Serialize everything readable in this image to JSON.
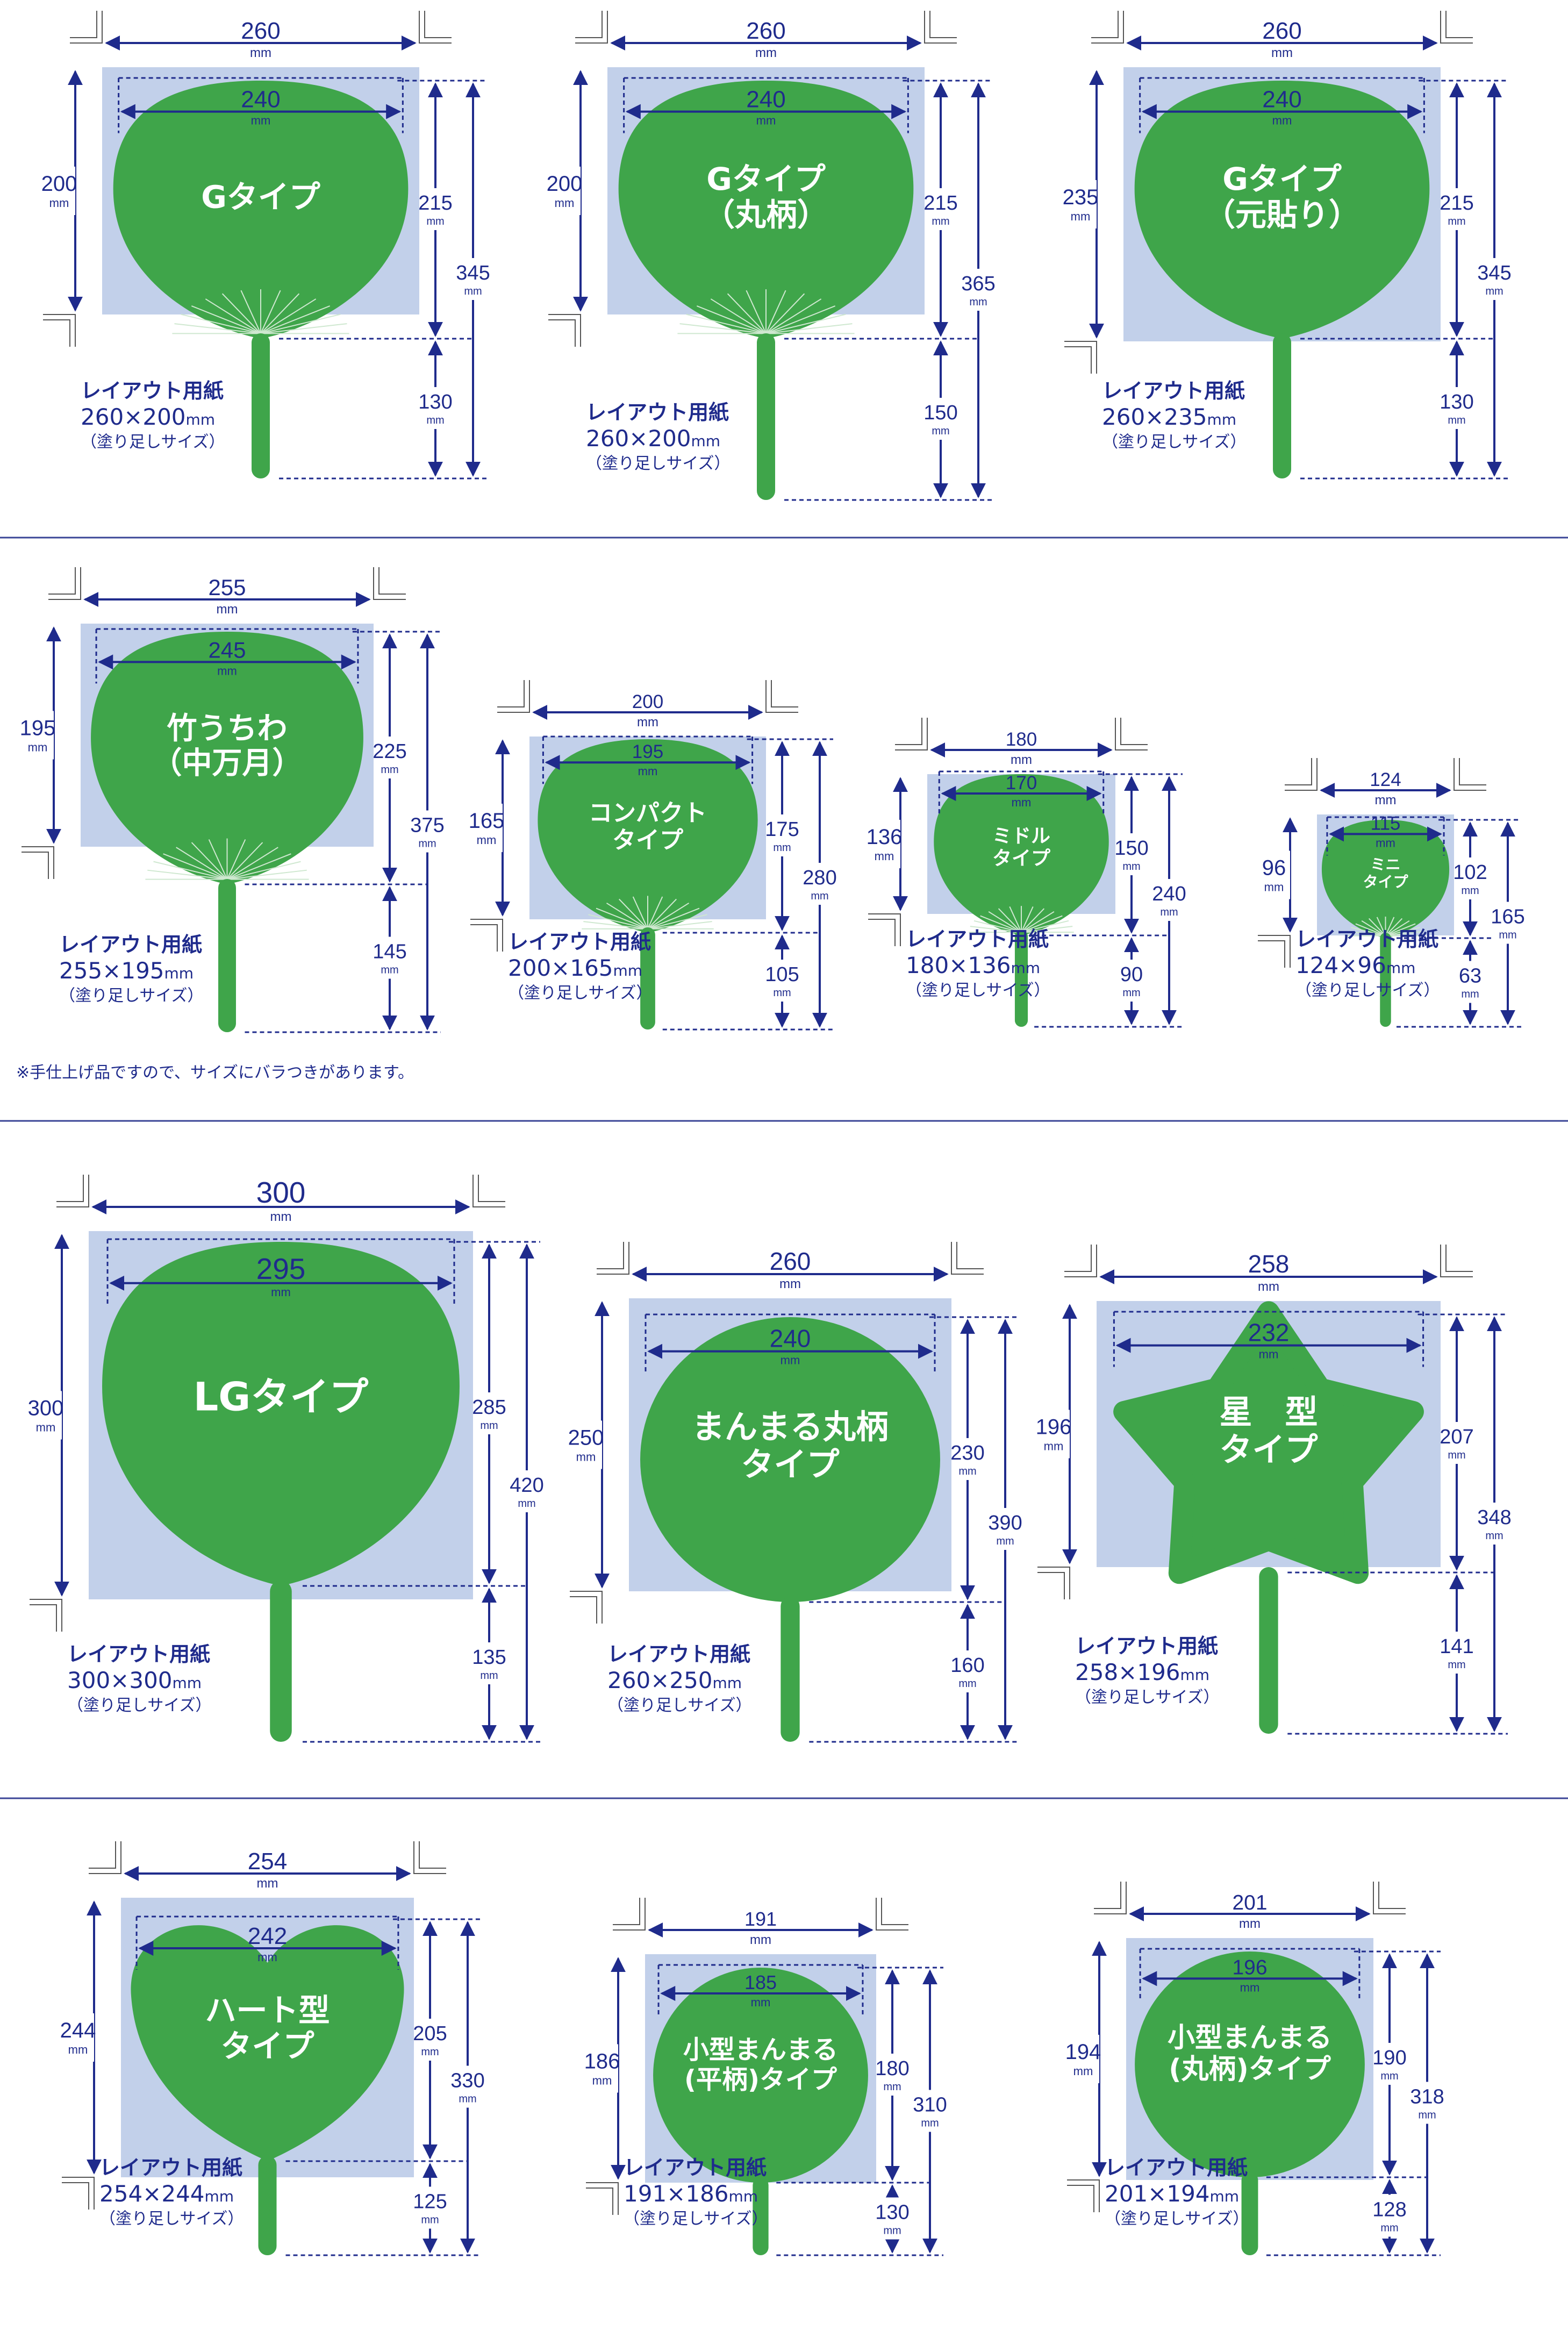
{
  "unit": "mm",
  "layout_label": "レイアウト用紙",
  "bleed_note": "（塗り足しサイズ）",
  "handmade_note": "※手仕上げ品ですので、サイズにバラつきがあります。",
  "colors": {
    "fan_green": "#3fa54a",
    "layout_blue": "#c2d0ea",
    "dim_navy": "#1f2b8c",
    "divider": "#3a4496"
  },
  "fans": [
    {
      "name_lines": [
        "Gタイプ"
      ],
      "layout_w": "260",
      "fan_w": "240",
      "paper_h": "200",
      "head_h": "215",
      "handle_h": "130",
      "total_h": "345",
      "paper_size": "260×200",
      "shape": "round",
      "ribs": true
    },
    {
      "name_lines": [
        "Gタイプ",
        "（丸柄）"
      ],
      "layout_w": "260",
      "fan_w": "240",
      "paper_h": "200",
      "head_h": "215",
      "handle_h": "150",
      "total_h": "365",
      "paper_size": "260×200",
      "shape": "round",
      "ribs": true
    },
    {
      "name_lines": [
        "Gタイプ",
        "（元貼り）"
      ],
      "layout_w": "260",
      "fan_w": "240",
      "paper_h": "235",
      "head_h": "215",
      "handle_h": "130",
      "total_h": "345",
      "paper_size": "260×235",
      "shape": "round",
      "ribs": false
    },
    {
      "name_lines": [
        "竹うちわ",
        "（中万月）"
      ],
      "layout_w": "255",
      "fan_w": "245",
      "paper_h": "195",
      "head_h": "225",
      "handle_h": "145",
      "total_h": "375",
      "paper_size": "255×195",
      "shape": "round",
      "ribs": true
    },
    {
      "name_lines": [
        "コンパクト",
        "タイプ"
      ],
      "layout_w": "200",
      "fan_w": "195",
      "paper_h": "165",
      "head_h": "175",
      "handle_h": "105",
      "total_h": "280",
      "paper_size": "200×165",
      "shape": "round",
      "ribs": true
    },
    {
      "name_lines": [
        "ミドル",
        "タイプ"
      ],
      "layout_w": "180",
      "fan_w": "170",
      "paper_h": "136",
      "head_h": "150",
      "handle_h": "90",
      "total_h": "240",
      "paper_size": "180×136",
      "shape": "round",
      "ribs": true
    },
    {
      "name_lines": [
        "ミニ",
        "タイプ"
      ],
      "layout_w": "124",
      "fan_w": "115",
      "paper_h": "96",
      "head_h": "102",
      "handle_h": "63",
      "total_h": "165",
      "paper_size": "124×96",
      "shape": "round",
      "ribs": true
    },
    {
      "name_lines": [
        "LGタイプ"
      ],
      "layout_w": "300",
      "fan_w": "295",
      "paper_h": "300",
      "head_h": "285",
      "handle_h": "135",
      "total_h": "420",
      "paper_size": "300×300",
      "shape": "round",
      "ribs": false
    },
    {
      "name_lines": [
        "まんまる丸柄",
        "タイプ"
      ],
      "layout_w": "260",
      "fan_w": "240",
      "paper_h": "250",
      "head_h": "230",
      "handle_h": "160",
      "total_h": "390",
      "paper_size": "260×250",
      "shape": "circle",
      "ribs": false
    },
    {
      "name_lines": [
        "星　型",
        "タイプ"
      ],
      "layout_w": "258",
      "fan_w": "232",
      "paper_h": "196",
      "head_h": "207",
      "handle_h": "141",
      "total_h": "348",
      "paper_size": "258×196",
      "shape": "star",
      "ribs": false
    },
    {
      "name_lines": [
        "ハート型",
        "タイプ"
      ],
      "layout_w": "254",
      "fan_w": "242",
      "paper_h": "244",
      "head_h": "205",
      "handle_h": "125",
      "total_h": "330",
      "paper_size": "254×244",
      "shape": "heart",
      "ribs": false
    },
    {
      "name_lines": [
        "小型まんまる",
        "(平柄)タイプ"
      ],
      "layout_w": "191",
      "fan_w": "185",
      "paper_h": "186",
      "head_h": "180",
      "handle_h": "130",
      "total_h": "310",
      "paper_size": "191×186",
      "shape": "circle",
      "ribs": false
    },
    {
      "name_lines": [
        "小型まんまる",
        "(丸柄)タイプ"
      ],
      "layout_w": "201",
      "fan_w": "196",
      "paper_h": "194",
      "head_h": "190",
      "handle_h": "128",
      "total_h": "318",
      "paper_size": "201×194",
      "shape": "circle",
      "ribs": false
    }
  ]
}
